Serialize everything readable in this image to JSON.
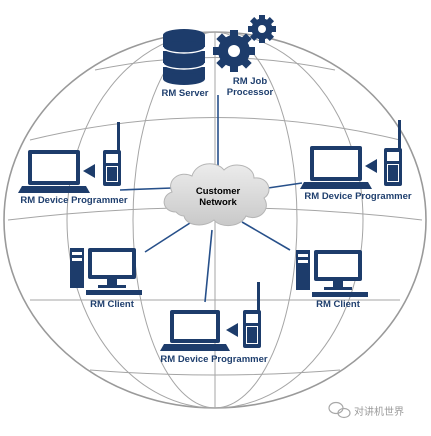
{
  "diagram": {
    "server_label": "RM Server",
    "job_processor_label_1": "RM Job",
    "job_processor_label_2": "Processor",
    "cloud_label_1": "Customer",
    "cloud_label_2": "Network",
    "device_programmer_label": "RM Device Programmer",
    "client_label": "RM Client",
    "icons": [
      "database-icon",
      "gears-icon",
      "laptop-icon",
      "radio-icon",
      "desktop-computer-icon",
      "cloud-icon",
      "arrow-left-icon"
    ]
  },
  "watermark": {
    "text": "对讲机世界",
    "icon": "wechat-icon"
  },
  "colors": {
    "navy": "#1d3c6b",
    "grid": "#a0a0a0",
    "link": "#27508a",
    "cloud": "#d5d5d5"
  }
}
